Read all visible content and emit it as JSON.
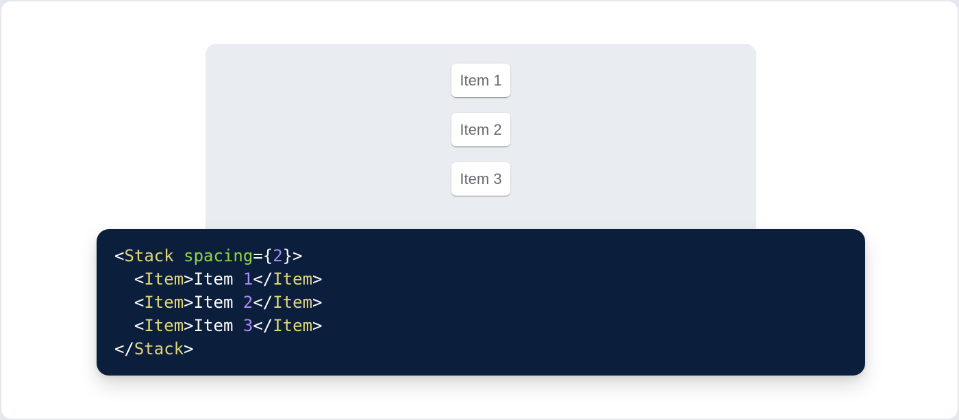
{
  "demo": {
    "items": [
      {
        "label": "Item 1"
      },
      {
        "label": "Item 2"
      },
      {
        "label": "Item 3"
      }
    ]
  },
  "code": {
    "language": "jsx",
    "lines": [
      [
        {
          "t": "punc",
          "v": "<"
        },
        {
          "t": "tag",
          "v": "Stack"
        },
        {
          "t": "plain",
          "v": " "
        },
        {
          "t": "attr",
          "v": "spacing"
        },
        {
          "t": "punc",
          "v": "="
        },
        {
          "t": "punc",
          "v": "{"
        },
        {
          "t": "num",
          "v": "2"
        },
        {
          "t": "punc",
          "v": "}"
        },
        {
          "t": "punc",
          "v": ">"
        }
      ],
      [
        {
          "t": "plain",
          "v": "  "
        },
        {
          "t": "punc",
          "v": "<"
        },
        {
          "t": "tag",
          "v": "Item"
        },
        {
          "t": "punc",
          "v": ">"
        },
        {
          "t": "plain",
          "v": "Item "
        },
        {
          "t": "num",
          "v": "1"
        },
        {
          "t": "punc",
          "v": "</"
        },
        {
          "t": "tag",
          "v": "Item"
        },
        {
          "t": "punc",
          "v": ">"
        }
      ],
      [
        {
          "t": "plain",
          "v": "  "
        },
        {
          "t": "punc",
          "v": "<"
        },
        {
          "t": "tag",
          "v": "Item"
        },
        {
          "t": "punc",
          "v": ">"
        },
        {
          "t": "plain",
          "v": "Item "
        },
        {
          "t": "num",
          "v": "2"
        },
        {
          "t": "punc",
          "v": "</"
        },
        {
          "t": "tag",
          "v": "Item"
        },
        {
          "t": "punc",
          "v": ">"
        }
      ],
      [
        {
          "t": "plain",
          "v": "  "
        },
        {
          "t": "punc",
          "v": "<"
        },
        {
          "t": "tag",
          "v": "Item"
        },
        {
          "t": "punc",
          "v": ">"
        },
        {
          "t": "plain",
          "v": "Item "
        },
        {
          "t": "num",
          "v": "3"
        },
        {
          "t": "punc",
          "v": "</"
        },
        {
          "t": "tag",
          "v": "Item"
        },
        {
          "t": "punc",
          "v": ">"
        }
      ],
      [
        {
          "t": "punc",
          "v": "</"
        },
        {
          "t": "tag",
          "v": "Stack"
        },
        {
          "t": "punc",
          "v": ">"
        }
      ]
    ]
  },
  "colors": {
    "page_border": "#E4E7EB",
    "panel_bg": "#E9ECF0",
    "item_text": "#666B6F",
    "code_bg": "#0B1F3C",
    "code_tag": "#E0D678",
    "code_attr": "#93D447",
    "code_num": "#A78BF7",
    "code_punc": "#FFFFFF",
    "code_plain": "#FFFFFF"
  }
}
